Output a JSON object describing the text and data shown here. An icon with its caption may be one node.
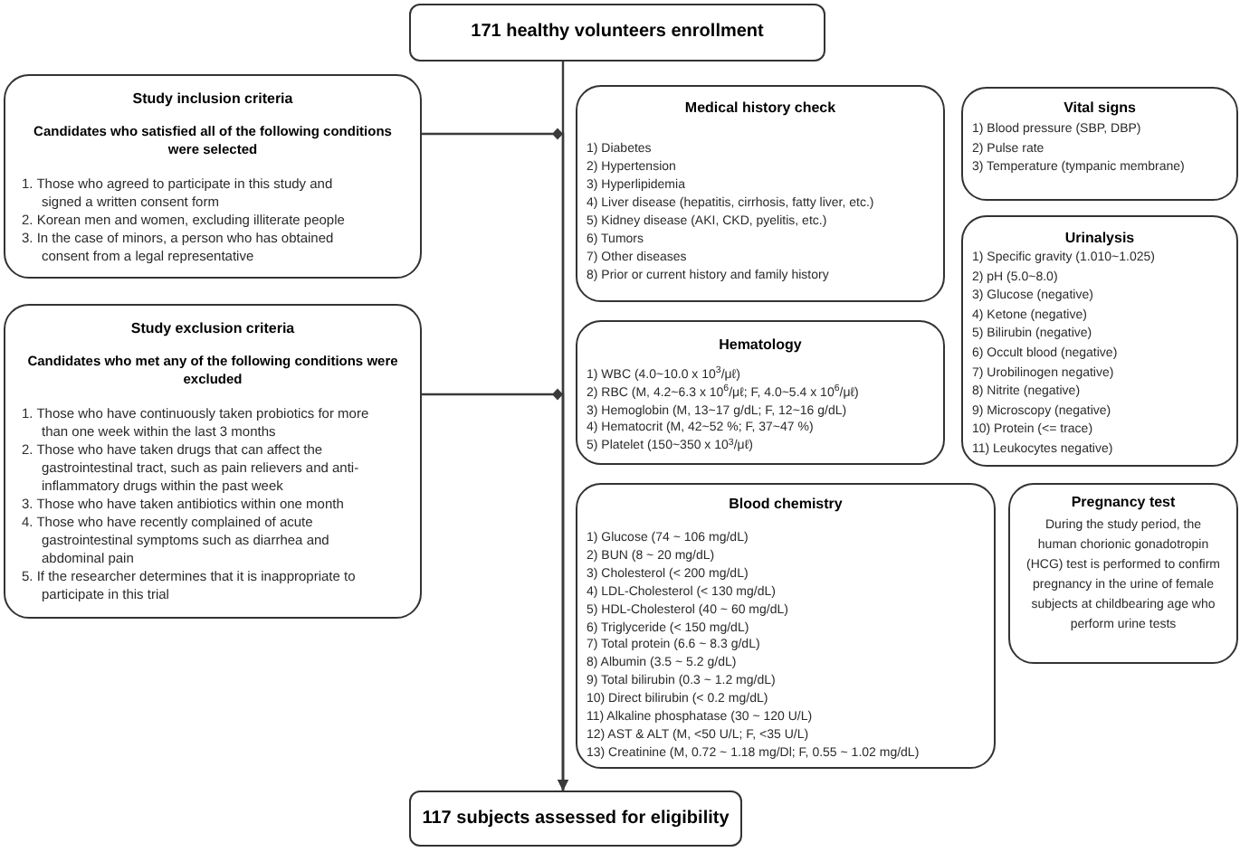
{
  "diagram": {
    "nodes": [
      {
        "text": [
          "171 healthy volunteers enrollment"
        ]
      },
      {
        "text": [
          "Study inclusion criteria",
          "Candidates who satisfied all of the following conditions were selected",
          "1. Those who agreed to participate in this study and signed a written consent form",
          "2. Korean men and women, excluding illiterate people",
          "3. In the case of minors, a person who has obtained consent from a legal representative"
        ]
      },
      {
        "text": [
          "Study exclusion criteria",
          "Candidates who met any of the following conditions were excluded",
          "1. Those who have continuously taken probiotics for more than one week within the last 3 months",
          "2. Those who have taken drugs that can affect the gastrointestinal tract, such as pain relievers and anti-inflammatory drugs within the past week",
          "3. Those who have taken antibiotics within one month",
          "4. Those who have recently complained of acute gastrointestinal symptoms such as diarrhea and abdominal pain",
          "5. If the researcher determines that it is inappropriate to participate in this trial"
        ]
      },
      {
        "text": [
          "Medical history check",
          "1) Diabetes",
          "2) Hypertension",
          "3) Hyperlipidemia",
          "4) Liver disease (hepatitis, cirrhosis, fatty liver, etc.)",
          "5) Kidney disease (AKI, CKD, pyelitis, etc.)",
          "6) Tumors",
          "7) Other diseases",
          "8) Prior or current history and family history"
        ]
      },
      {
        "text": [
          "Hematology",
          "1) WBC (4.0~10.0 x 10$^{3}$/μℓ)",
          "2) RBC (M, 4.2~6.3 x 10$^{6}$/μℓ; F, 4.0~5.4 x 10$^{6}$/μℓ)",
          "3) Hemoglobin (M, 13~17 g/dL; F, 12~16 g/dL)",
          "4) Hematocrit (M, 42~52 %; F, 37~47 %)",
          "5) Platelet (150~350 x 10$^{3}$/μℓ)"
        ]
      },
      {
        "text": [
          "Blood chemistry",
          "1) Glucose (74 ~ 106 mg/dL)",
          "2) BUN (8 ~ 20 mg/dL)",
          "3) Cholesterol (< 200 mg/dL)",
          "4) LDL-Cholesterol (< 130 mg/dL)",
          "5) HDL-Cholesterol (40 ~ 60 mg/dL)",
          "6) Triglyceride (< 150 mg/dL)",
          "7) Total protein (6.6 ~ 8.3 g/dL)",
          "8) Albumin (3.5 ~ 5.2 g/dL)",
          "9) Total bilirubin (0.3 ~ 1.2 mg/dL)",
          "10) Direct bilirubin (< 0.2 mg/dL)",
          "11) Alkaline phosphatase (30 ~ 120 U/L)",
          "12) AST & ALT (M, <50 U/L; F, <35 U/L)",
          "13) Creatinine (M, 0.72 ~ 1.18 mg/Dl; F, 0.55 ~ 1.02 mg/dL)"
        ]
      },
      {
        "text": [
          "Vital signs",
          "1) Blood pressure (SBP, DBP)",
          "2) Pulse rate",
          "3) Temperature (tympanic membrane)"
        ]
      },
      {
        "text": [
          "Urinalysis",
          "1) Specific gravity (1.010~1.025)",
          "2) pH (5.0~8.0)",
          "3) Glucose (negative)",
          "4) Ketone (negative)",
          "5) Bilirubin (negative)",
          "6) Occult blood (negative)",
          "7) Urobilinogen negative)",
          "8) Nitrite (negative)",
          "9) Microscopy (negative)",
          "10) Protein (<= trace)",
          "11) Leukocytes negative)"
        ]
      },
      {
        "text": [
          "Pregnancy test",
          "During the study period, the human chorionic gonadotropin (HCG) test is performed to confirm pregnancy in the urine of female subjects at childbearing age who perform urine tests"
        ]
      },
      {
        "text": [
          "117 subjects assessed for eligibility"
        ]
      }
    ],
    "edges": [
      {
        "from": 0,
        "to": 9,
        "arrow": "to"
      },
      {
        "from": 1,
        "to": 9,
        "arrow": "to"
      },
      {
        "from": 2,
        "to": 9,
        "arrow": "to"
      }
    ]
  }
}
